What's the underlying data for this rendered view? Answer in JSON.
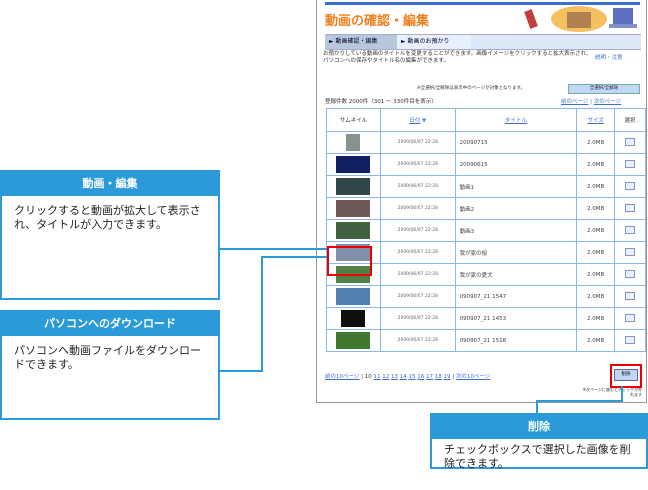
{
  "page": {
    "title": "動画の確認・編集",
    "tabs": [
      {
        "label": "► 動画確認・編集"
      },
      {
        "label": "► 動画のお預かり"
      }
    ],
    "description": "お預かりしている動画のタイトルを変更することができます。画像イメージをクリックすると拡大表示され、パソコンへの保存やタイトル名の編集ができます。",
    "help_link": "説明・注意",
    "select_note": "※全選択/全解除は表示中のページが対象となります。",
    "select_all_button": "全選択/全解除",
    "count": "登録件数 2000件（301 ～ 330件目を表示）",
    "prev_page": "前のページ",
    "next_page": "次のページ",
    "columns": {
      "thumb": "サムネイル",
      "date": "日付",
      "title": "タイトル",
      "size": "サイズ",
      "select": "選択"
    },
    "rows": [
      {
        "date": "2009/06/07 22:28",
        "title": "20090715",
        "size": "2.0MB",
        "color": "#889090"
      },
      {
        "date": "2009/06/07 22:28",
        "title": "20090615",
        "size": "2.0MB",
        "color": "#102060"
      },
      {
        "date": "2009/06/07 22:28",
        "title": "動画1",
        "size": "2.0MB",
        "color": "#304848"
      },
      {
        "date": "2009/06/07 22:28",
        "title": "動画2",
        "size": "2.0MB",
        "color": "#705858"
      },
      {
        "date": "2009/06/07 22:28",
        "title": "動画3",
        "size": "2.0MB",
        "color": "#406040"
      },
      {
        "date": "2009/06/07 22:28",
        "title": "我が家の桜",
        "size": "2.0MB",
        "color": "#8090a8"
      },
      {
        "date": "2009/06/07 22:28",
        "title": "我が家の愛犬",
        "size": "2.0MB",
        "color": "#508048"
      },
      {
        "date": "2009/06/07 22:28",
        "title": "090907_21 1547",
        "size": "2.0MB",
        "color": "#5080b0"
      },
      {
        "date": "2009/06/07 22:28",
        "title": "090907_21 1453",
        "size": "2.0MB",
        "color": "#101010"
      },
      {
        "date": "2009/06/07 22:28",
        "title": "090907_21 1518",
        "size": "2.0MB",
        "color": "#407830"
      }
    ],
    "pager": {
      "prev": "前の10ページ",
      "current": "10",
      "pages": [
        "11",
        "12",
        "13",
        "14",
        "15",
        "16",
        "17",
        "18",
        "19"
      ],
      "next": "次の10ページ"
    },
    "delete_button": "削除",
    "delete_note": "※次ページに進むとチェックが外れます"
  },
  "callouts": [
    {
      "title": "動画・編集",
      "body": "クリックすると動画が拡大して表示され、タイトルが入力できます。"
    },
    {
      "title": "パソコンへのダウンロード",
      "body": "パソコンへ動画ファイルをダウンロードできます。"
    },
    {
      "title": "削除",
      "body": "チェックボックスで選択した画像を削除できます。"
    }
  ],
  "colors": {
    "accent": "#2a9ad8",
    "title": "#f08020",
    "highlight": "#e00000"
  }
}
